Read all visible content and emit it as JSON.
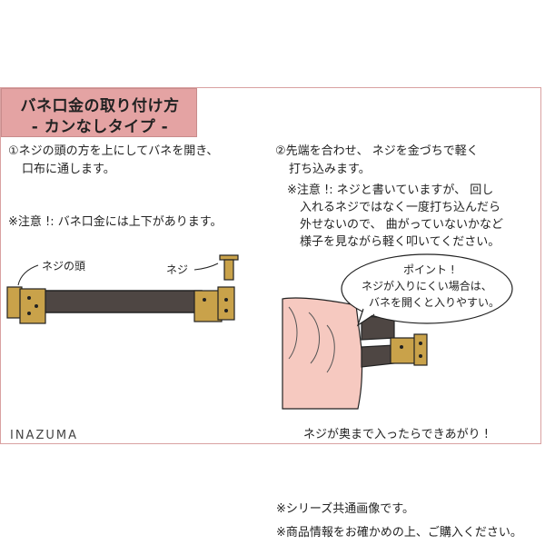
{
  "title": {
    "line1": "バネ口金の取り付け方",
    "line2": "- カンなしタイプ -"
  },
  "step1": {
    "line1": "①ネジの頭の方を上にしてバネを開き、",
    "line2": "口布に通します。"
  },
  "caution1": "※注意 !: バネ口金には上下があります。",
  "labels": {
    "screw_head": "ネジの頭",
    "screw": "ネジ"
  },
  "step2": {
    "line1": "②先端を合わせ、 ネジを金づちで軽く",
    "line2": "打ち込みます。"
  },
  "caution2": {
    "line1": "※注意 !: ネジと書いていますが、 回し",
    "line2": "入れるネジではなく一度打ち込んだら",
    "line3": "外せないので、 曲がっていないかなど",
    "line4": "様子を見ながら軽く叩いてください。"
  },
  "point_bubble": {
    "line1": "ポイント !",
    "line2": "ネジが入りにくい場合は、",
    "line3": "バネを開くと入りやすい。"
  },
  "done_text": "ネジが奥まで入ったらできあがり !",
  "brand": "INAZUMA",
  "footer": {
    "note1": "※シリーズ共通画像です。",
    "note2": "※商品情報をお確かめの上、ご購入ください。"
  },
  "colors": {
    "title_bg": "#e4a3a3",
    "frame_border": "#d9a1a1",
    "gold": "#c9a24a",
    "bar": "#4e4643",
    "fabric": "#f6c9c0"
  }
}
